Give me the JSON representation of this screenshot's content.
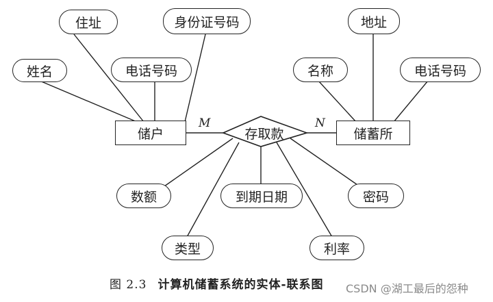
{
  "diagram": {
    "entities": {
      "depositor": "储户",
      "savings_office": "储蓄所"
    },
    "relationship": {
      "label": "存取款",
      "card_left": "M",
      "card_right": "N"
    },
    "attributes": {
      "name": "姓名",
      "address": "住址",
      "id_number": "身份证号码",
      "phone_depositor": "电话号码",
      "office_address": "地址",
      "office_name": "名称",
      "phone_office": "电话号码",
      "amount": "数额",
      "due_date": "到期日期",
      "password": "密码",
      "type": "类型",
      "interest_rate": "利率"
    }
  },
  "caption": {
    "number": "图 2.3",
    "title": "计算机储蓄系统的实体-联系图"
  },
  "watermark": "CSDN @湖工最后的怨种"
}
